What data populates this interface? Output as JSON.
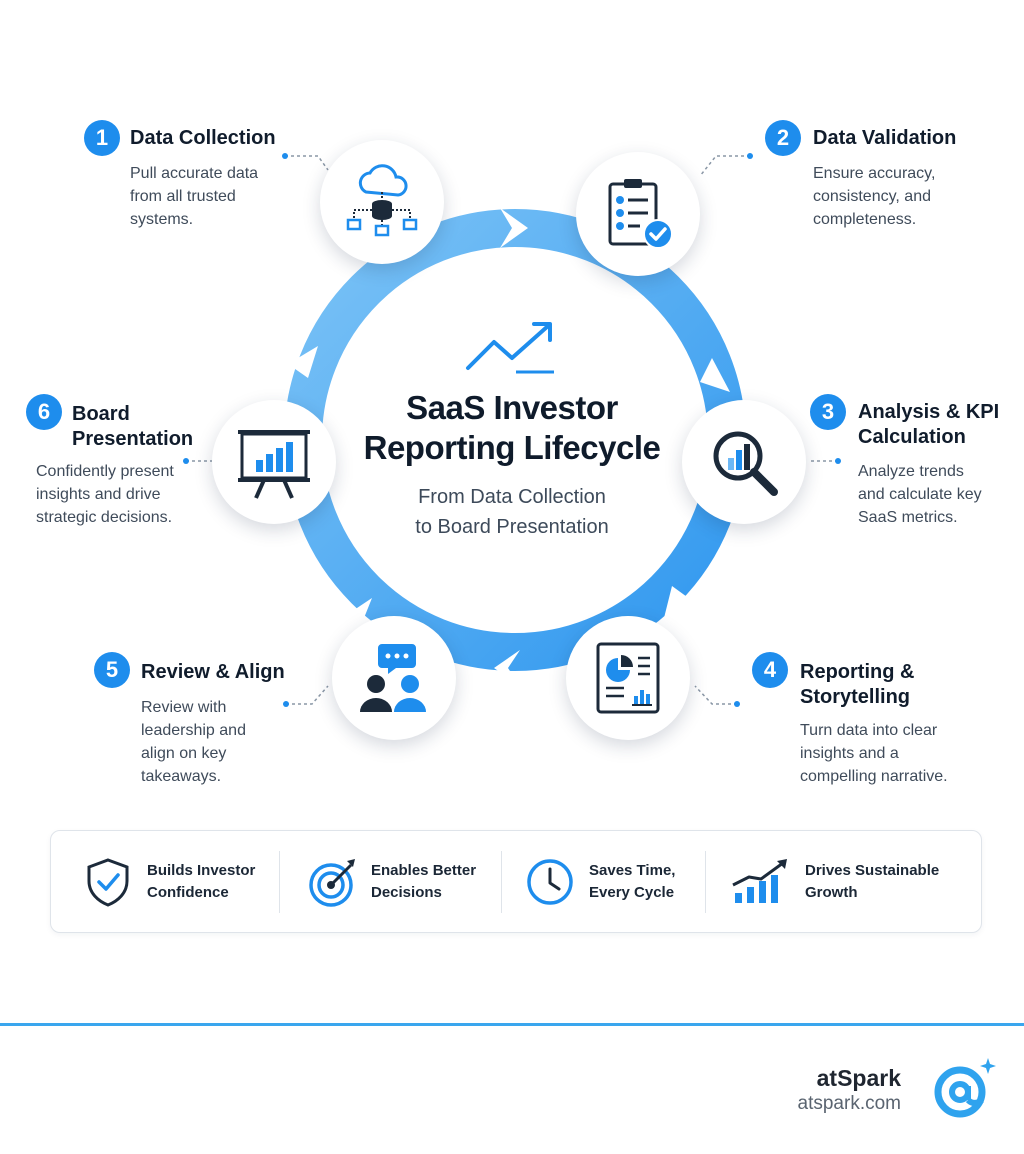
{
  "center": {
    "title_line1": "SaaS Investor",
    "title_line2": "Reporting Lifecycle",
    "subtitle_line1": "From Data Collection",
    "subtitle_line2": "to Board Presentation"
  },
  "steps": [
    {
      "number": "1",
      "title": "Data Collection",
      "desc": [
        "Pull accurate data",
        "from all trusted",
        "systems."
      ],
      "icon": "cloud-database-icon"
    },
    {
      "number": "2",
      "title": "Data Validation",
      "desc": [
        "Ensure accuracy,",
        "consistency, and",
        "completeness."
      ],
      "icon": "checklist-clipboard-icon"
    },
    {
      "number": "3",
      "title_lines": [
        "Analysis & KPI",
        "Calculation"
      ],
      "desc": [
        "Analyze trends",
        "and calculate key",
        "SaaS metrics."
      ],
      "icon": "magnifier-chart-icon"
    },
    {
      "number": "4",
      "title_lines": [
        "Reporting &",
        "Storytelling"
      ],
      "desc": [
        "Turn data into clear",
        "insights and a",
        "compelling narrative."
      ],
      "icon": "report-document-icon"
    },
    {
      "number": "5",
      "title": "Review & Align",
      "desc": [
        "Review with",
        "leadership and",
        "align on key",
        "takeaways."
      ],
      "icon": "people-chat-icon"
    },
    {
      "number": "6",
      "title_lines": [
        "Board",
        "Presentation"
      ],
      "desc": [
        "Confidently present",
        "insights and drive",
        "strategic decisions."
      ],
      "icon": "presentation-board-icon"
    }
  ],
  "benefits": [
    {
      "label_lines": [
        "Builds Investor",
        "Confidence"
      ],
      "icon": "shield-check-icon"
    },
    {
      "label_lines": [
        "Enables Better",
        "Decisions"
      ],
      "icon": "target-arrow-icon"
    },
    {
      "label_lines": [
        "Saves Time,",
        "Every Cycle"
      ],
      "icon": "clock-icon"
    },
    {
      "label_lines": [
        "Drives Sustainable",
        "Growth"
      ],
      "icon": "growth-chart-icon"
    }
  ],
  "brand": {
    "name": "atSpark",
    "url": "atspark.com"
  },
  "colors": {
    "accent": "#1e8ded",
    "ring": "#5fb3f3",
    "dark": "#1c2a3a"
  }
}
